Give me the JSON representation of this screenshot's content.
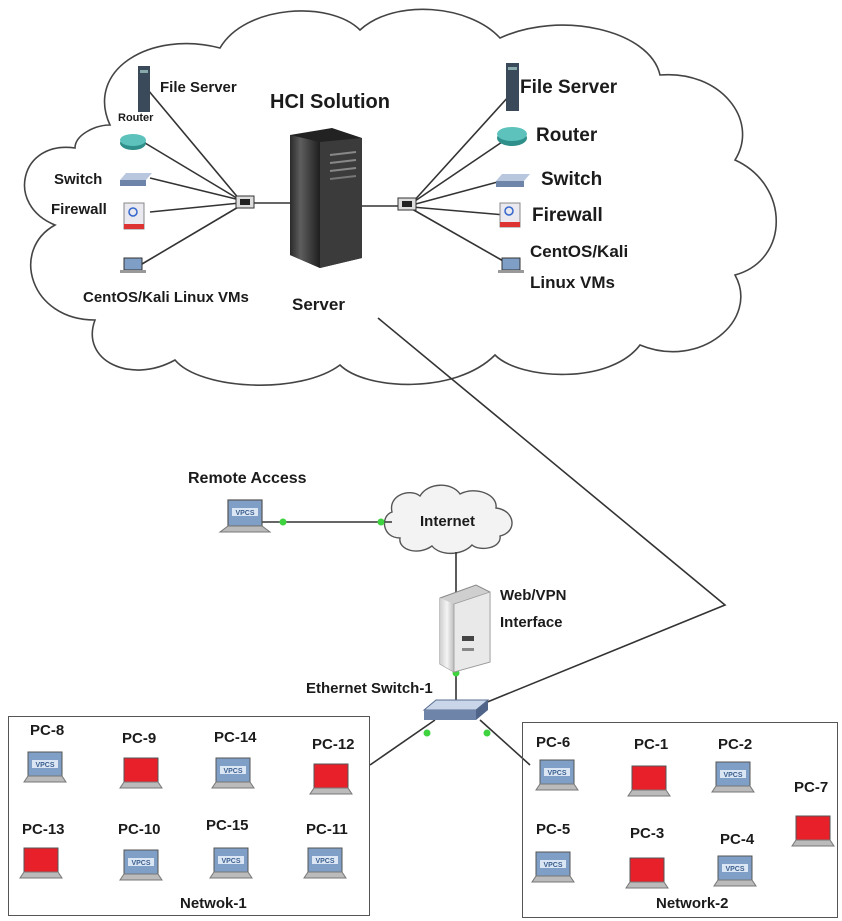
{
  "hci": {
    "title": "HCI Solution",
    "server_label": "Server",
    "left_cluster": {
      "file_server": "File Server",
      "router": "Router",
      "switch": "Switch",
      "firewall": "Firewall",
      "vms": "CentOS/Kali Linux VMs"
    },
    "right_cluster": {
      "file_server": "File Server",
      "router": "Router",
      "switch": "Switch",
      "firewall": "Firewall",
      "vms_line1": "CentOS/Kali",
      "vms_line2": "Linux VMs"
    }
  },
  "edge": {
    "remote_access": "Remote Access",
    "internet": "Internet",
    "web_vpn_line1": "Web/VPN",
    "web_vpn_line2": "Interface",
    "ethernet_switch": "Ethernet Switch-1",
    "vpcs_text": "VPCS"
  },
  "network1": {
    "name": "Netwok-1",
    "pcs": [
      "PC-8",
      "PC-9",
      "PC-14",
      "PC-12",
      "PC-13",
      "PC-10",
      "PC-15",
      "PC-11"
    ]
  },
  "network2": {
    "name": "Network-2",
    "pcs": [
      "PC-6",
      "PC-1",
      "PC-2",
      "PC-7",
      "PC-5",
      "PC-3",
      "PC-4"
    ]
  },
  "colors": {
    "line": "#333333",
    "cloud_stroke": "#444444",
    "pc_active": "#e8202a",
    "pc_vpcs": "#7f9fc7",
    "link_dot": "#3fd43f"
  }
}
